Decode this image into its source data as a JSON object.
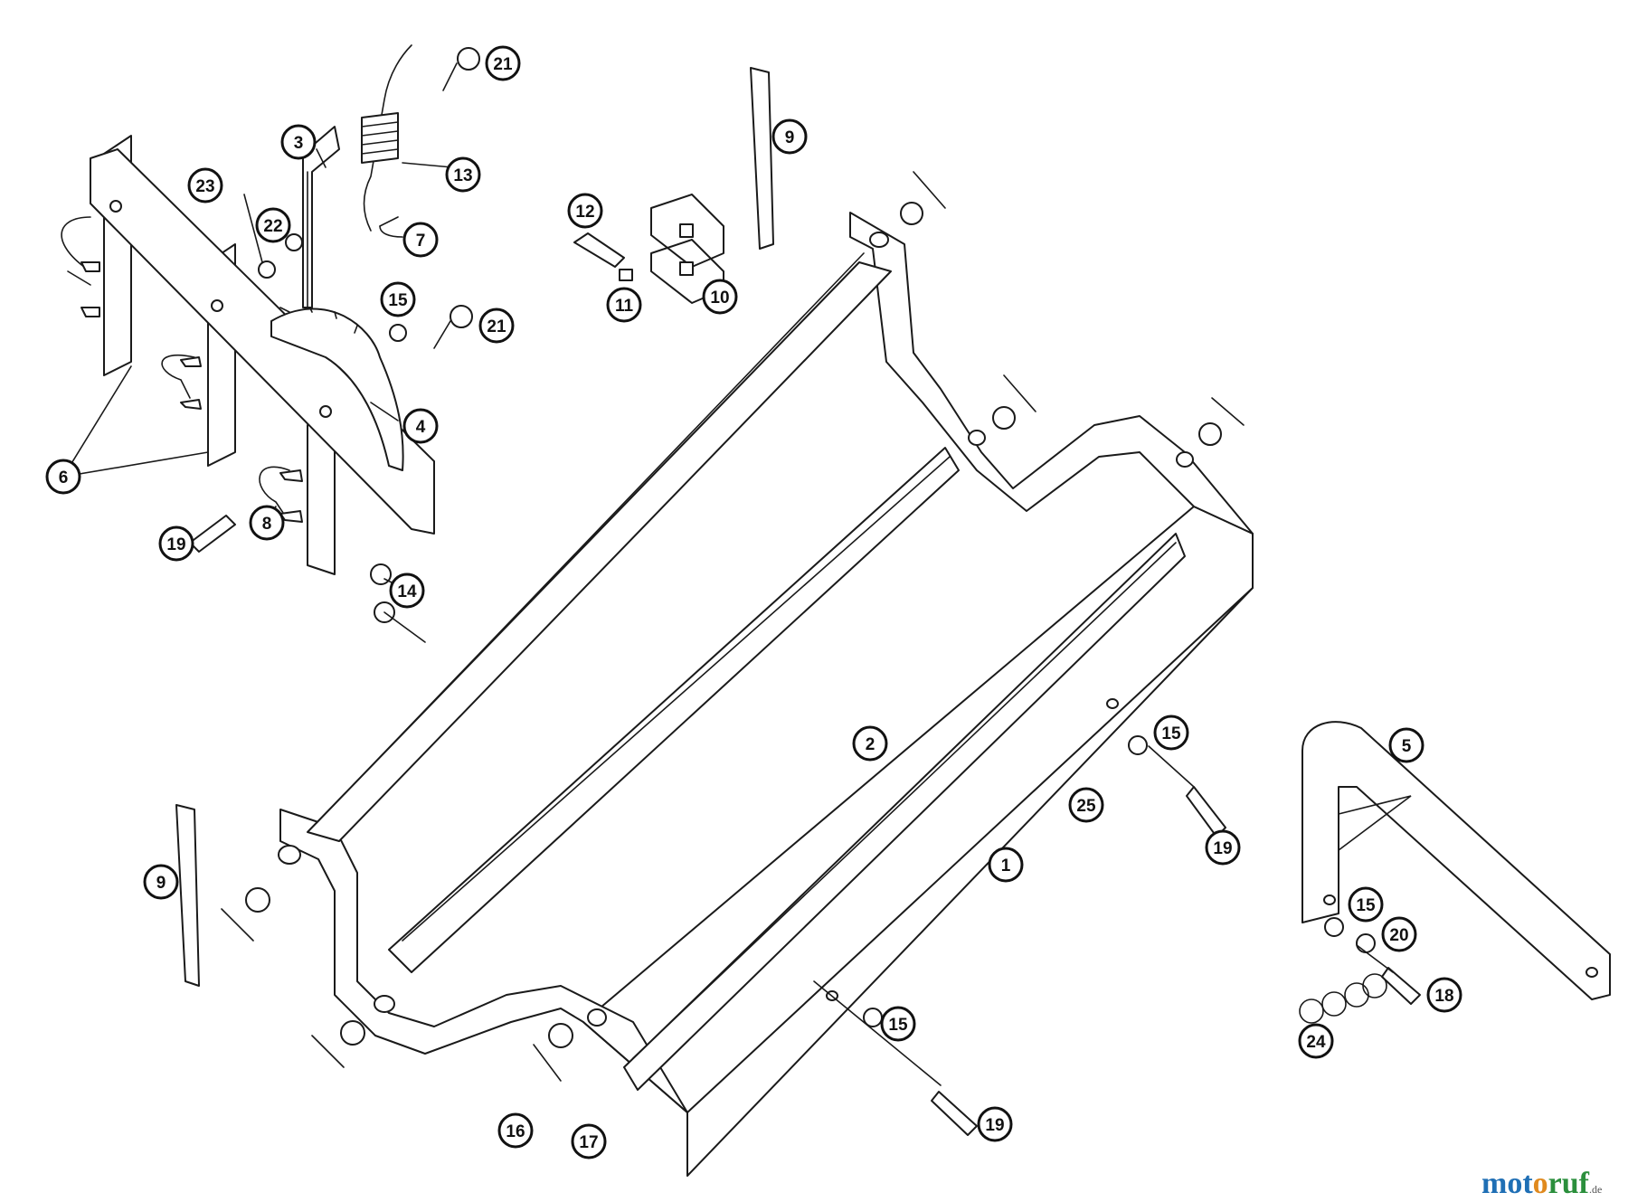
{
  "callouts": [
    {
      "id": "c1",
      "label": "1"
    },
    {
      "id": "c2",
      "label": "2"
    },
    {
      "id": "c3",
      "label": "3"
    },
    {
      "id": "c4",
      "label": "4"
    },
    {
      "id": "c5",
      "label": "5"
    },
    {
      "id": "c6",
      "label": "6"
    },
    {
      "id": "c7",
      "label": "7"
    },
    {
      "id": "c8",
      "label": "8"
    },
    {
      "id": "c9a",
      "label": "9"
    },
    {
      "id": "c9b",
      "label": "9"
    },
    {
      "id": "c10",
      "label": "10"
    },
    {
      "id": "c11",
      "label": "11"
    },
    {
      "id": "c12",
      "label": "12"
    },
    {
      "id": "c13",
      "label": "13"
    },
    {
      "id": "c14",
      "label": "14"
    },
    {
      "id": "c15a",
      "label": "15"
    },
    {
      "id": "c15b",
      "label": "15"
    },
    {
      "id": "c15c",
      "label": "15"
    },
    {
      "id": "c15d",
      "label": "15"
    },
    {
      "id": "c16",
      "label": "16"
    },
    {
      "id": "c17",
      "label": "17"
    },
    {
      "id": "c18",
      "label": "18"
    },
    {
      "id": "c19a",
      "label": "19"
    },
    {
      "id": "c19b",
      "label": "19"
    },
    {
      "id": "c19c",
      "label": "19"
    },
    {
      "id": "c20",
      "label": "20"
    },
    {
      "id": "c21a",
      "label": "21"
    },
    {
      "id": "c21b",
      "label": "21"
    },
    {
      "id": "c22",
      "label": "22"
    },
    {
      "id": "c23",
      "label": "23"
    },
    {
      "id": "c24",
      "label": "24"
    },
    {
      "id": "c25",
      "label": "25"
    }
  ],
  "watermark": {
    "part1": "mot",
    "part2": "o",
    "part3": "ruf",
    "suffix": ".de"
  }
}
